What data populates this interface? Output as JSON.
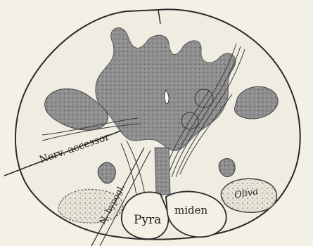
{
  "labels": {
    "nerve": "Nerv. accessor",
    "hypoglossus": "N. hypogl.",
    "oliva": "Oliva",
    "pyra": "Pyra",
    "miden": "miden"
  },
  "colors": {
    "paper": "#f3f0e6",
    "outline": "#2a2a2a",
    "gray_matter": "#8f8f8f",
    "stipple": "#5a5a5a",
    "fiber": "#3a3a3a"
  }
}
